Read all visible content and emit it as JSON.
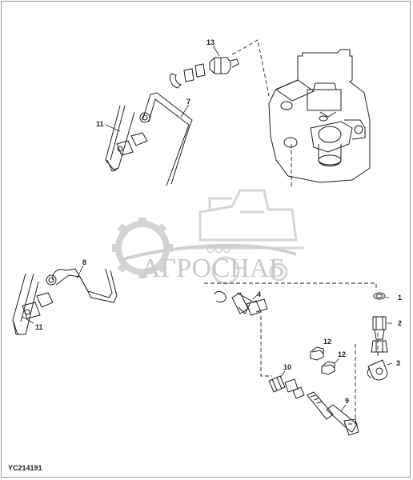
{
  "drawing_id": "YC214191",
  "watermark": {
    "company": "АГРОСНАБ",
    "legal_form": "ООО"
  },
  "callouts": [
    {
      "id": "c13",
      "label": "13"
    },
    {
      "id": "c7",
      "label": "7"
    },
    {
      "id": "c11a",
      "label": "11"
    },
    {
      "id": "c8",
      "label": "8"
    },
    {
      "id": "c11b",
      "label": "11"
    },
    {
      "id": "c4",
      "label": "4"
    },
    {
      "id": "c1",
      "label": "1"
    },
    {
      "id": "c2",
      "label": "2"
    },
    {
      "id": "c3",
      "label": "3"
    },
    {
      "id": "c12a",
      "label": "12"
    },
    {
      "id": "c12b",
      "label": "12"
    },
    {
      "id": "c10",
      "label": "10"
    },
    {
      "id": "c9",
      "label": "9"
    }
  ],
  "colors": {
    "line": "#1e1e1e",
    "watermark": "#c9c9c9",
    "frame": "#9a9a9a"
  }
}
